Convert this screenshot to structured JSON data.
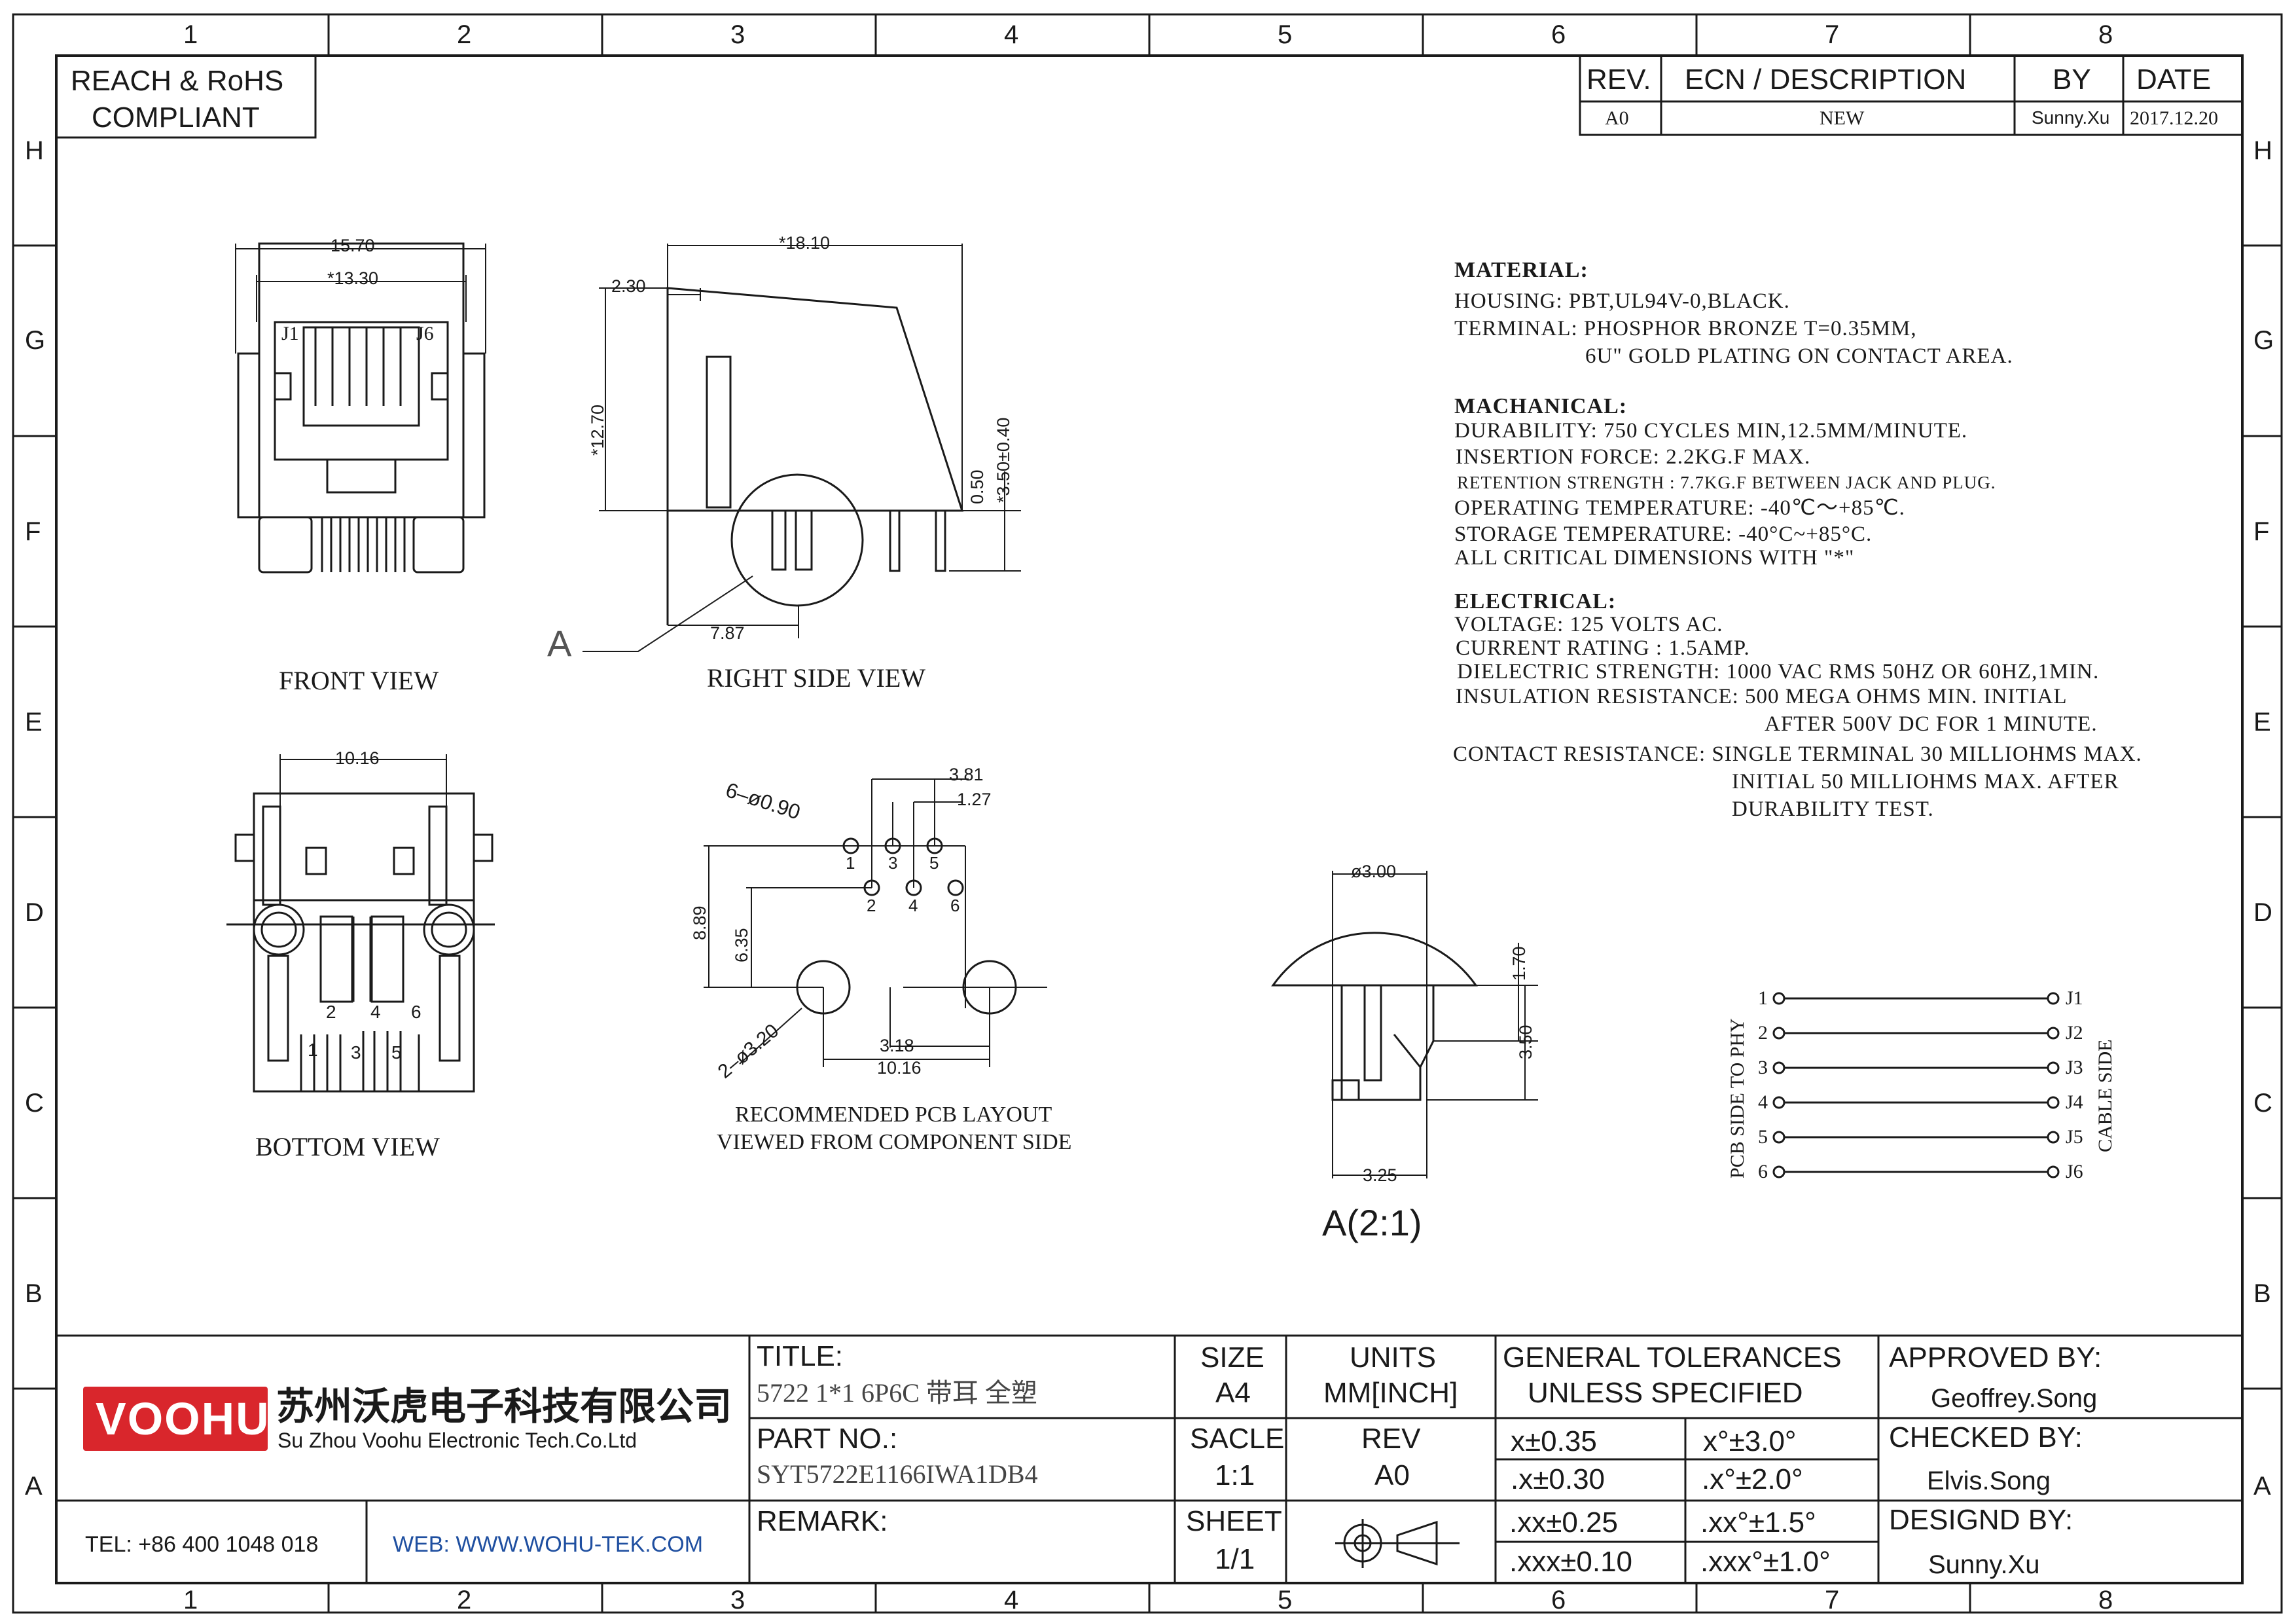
{
  "compliance": [
    "REACH & RoHS",
    "COMPLIANT"
  ],
  "grid": {
    "columns": [
      "1",
      "2",
      "3",
      "4",
      "5",
      "6",
      "7",
      "8"
    ],
    "rows": [
      "H",
      "G",
      "F",
      "E",
      "D",
      "C",
      "B",
      "A"
    ]
  },
  "revision_table": {
    "headers": {
      "rev": "REV.",
      "ecn": "ECN / DESCRIPTION",
      "by": "BY",
      "date": "DATE"
    },
    "rows": [
      {
        "rev": "A0",
        "ecn": "NEW",
        "by": "Sunny.Xu",
        "date": "2017.12.20"
      }
    ]
  },
  "views": {
    "front": "FRONT VIEW",
    "right_side": "RIGHT SIDE VIEW",
    "bottom": "BOTTOM VIEW",
    "pcb_layout": [
      "RECOMMENDED PCB LAYOUT",
      "VIEWED FROM COMPONENT SIDE"
    ],
    "detail": "A(2:1)",
    "detail_marker": "A"
  },
  "dimensions": {
    "front_width": "15.70",
    "front_inner": "*13.30",
    "pin_j1": "J1",
    "pin_j6": "J6",
    "side_length": "*18.10",
    "side_offset": "2.30",
    "side_height": "*12.70",
    "side_gap": "0.50",
    "side_post": "*3.50±0.40",
    "side_pitch": "7.87",
    "bottom_width": "10.16",
    "bottom_pins_top": [
      "2",
      "4",
      "6"
    ],
    "bottom_pins_bottom": [
      "1",
      "3",
      "5"
    ],
    "pcb_pitch_a": "3.81",
    "pcb_pitch_b": "1.27",
    "pcb_holes": "6–ø0.90",
    "pcb_posts": "2–ø3.20",
    "pcb_v1": "8.89",
    "pcb_v2": "6.35",
    "pcb_h1": "3.18",
    "pcb_h2": "10.16",
    "pcb_hole_labels": [
      "1",
      "2",
      "3",
      "4",
      "5",
      "6"
    ],
    "detail_dia": "ø3.00",
    "detail_h1": "1.70",
    "detail_h2": "3.50",
    "detail_w": "3.25"
  },
  "specs": {
    "material_heading": "MATERIAL:",
    "material": [
      "HOUSING: PBT,UL94V-0,BLACK.",
      "TERMINAL: PHOSPHOR BRONZE T=0.35MM,",
      "6U\" GOLD PLATING ON CONTACT AREA."
    ],
    "mechanical_heading": "MACHANICAL:",
    "mechanical": [
      "DURABILITY: 750 CYCLES MIN,12.5MM/MINUTE.",
      "INSERTION FORCE: 2.2KG.F MAX.",
      "RETENTION STRENGTH : 7.7KG.F BETWEEN JACK AND PLUG.",
      "OPERATING TEMPERATURE: -40℃～+85℃.",
      "STORAGE TEMPERATURE: -40°C~+85°C.",
      "ALL CRITICAL DIMENSIONS WITH \"*\""
    ],
    "electrical_heading": "ELECTRICAL:",
    "electrical": [
      "VOLTAGE: 125 VOLTS AC.",
      "CURRENT RATING : 1.5AMP.",
      "DIELECTRIC STRENGTH: 1000 VAC RMS 50HZ OR 60HZ,1MIN.",
      "INSULATION RESISTANCE: 500 MEGA OHMS MIN. INITIAL",
      "AFTER 500V DC FOR 1 MINUTE.",
      "CONTACT RESISTANCE: SINGLE TERMINAL 30 MILLIOHMS MAX.",
      "INITIAL 50 MILLIOHMS MAX. AFTER",
      "DURABILITY TEST."
    ]
  },
  "wiring": {
    "left_label": "PCB SIDE TO PHY",
    "right_label": "CABLE SIDE",
    "pins": [
      "1",
      "2",
      "3",
      "4",
      "5",
      "6"
    ],
    "jacks": [
      "J1",
      "J2",
      "J3",
      "J4",
      "J5",
      "J6"
    ]
  },
  "title_block": {
    "logo": "VOOHU",
    "company_cn": "苏州沃虎电子科技有限公司",
    "company_en": "Su Zhou Voohu Electronic Tech.Co.Ltd",
    "tel": "TEL: +86 400 1048 018",
    "web": "WEB: WWW.WOHU-TEK.COM",
    "title_label": "TITLE:",
    "title_value": "5722 1*1 6P6C 带耳 全塑",
    "part_label": "PART NO.:",
    "part_value": "SYT5722E1166IWA1DB4",
    "remark_label": "REMARK:",
    "size_label": "SIZE",
    "size_value": "A4",
    "scale_label": "SACLE",
    "scale_value": "1:1",
    "sheet_label": "SHEET",
    "sheet_value": "1/1",
    "units_label": "UNITS",
    "units_value": "MM[INCH]",
    "rev_label": "REV",
    "rev_value": "A0",
    "tolerance_heading": [
      "GENERAL TOLERANCES",
      "UNLESS SPECIFIED"
    ],
    "tolerances": [
      [
        "x±0.35",
        "x°±3.0°"
      ],
      [
        ".x±0.30",
        ".x°±2.0°"
      ],
      [
        ".xx±0.25",
        ".xx°±1.5°"
      ],
      [
        ".xxx±0.10",
        ".xxx°±1.0°"
      ]
    ],
    "approved_label": "APPROVED BY:",
    "approved_value": "Geoffrey.Song",
    "checked_label": "CHECKED BY:",
    "checked_value": "Elvis.Song",
    "designed_label": "DESIGND BY:",
    "designed_value": "Sunny.Xu"
  },
  "colors": {
    "ink": "#1a1a1a",
    "brand": "#d9262c",
    "web": "#1f4fa0"
  }
}
